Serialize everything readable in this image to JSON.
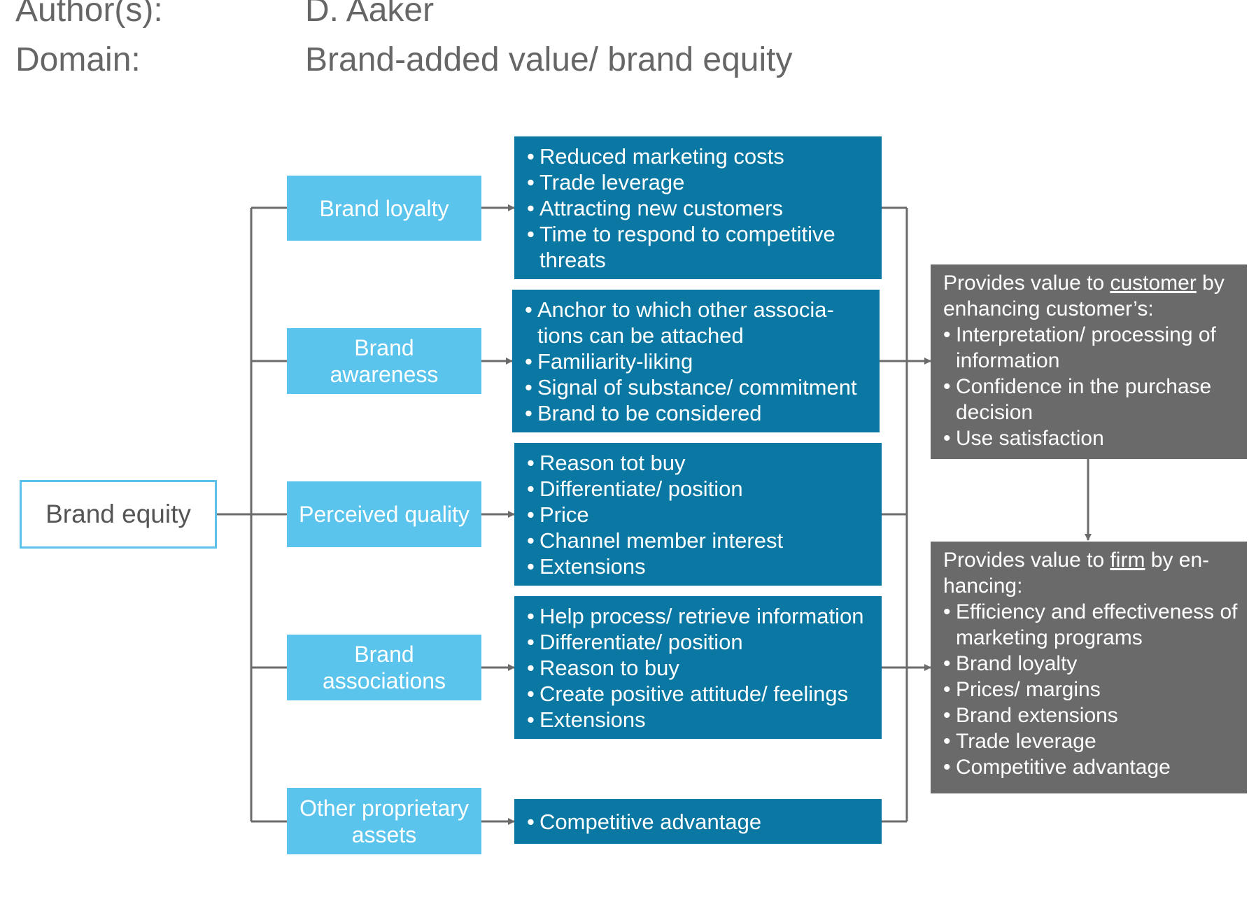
{
  "header": {
    "author_label": "Author(s):",
    "author_value": "D. Aaker",
    "domain_label": "Domain:",
    "domain_value": "Brand-added value/ brand equity"
  },
  "diagram": {
    "root": "Brand equity",
    "drivers": [
      {
        "label": "Brand loyalty",
        "benefits": [
          "Reduced marketing costs",
          "Trade leverage",
          "Attracting new customers",
          "Time to respond to competitive threats"
        ]
      },
      {
        "label": "Brand awareness",
        "benefits": [
          "Anchor to which other associa-tions can be attached",
          "Familiarity-liking",
          "Signal of substance/ commitment",
          "Brand to be considered"
        ]
      },
      {
        "label": "Perceived quality",
        "benefits": [
          "Reason tot buy",
          "Differentiate/ position",
          "Price",
          "Channel member interest",
          "Extensions"
        ]
      },
      {
        "label": "Brand associations",
        "benefits": [
          "Help process/ retrieve information",
          "Differentiate/ position",
          "Reason to buy",
          "Create positive attitude/ feelings",
          "Extensions"
        ]
      },
      {
        "label": "Other proprietary assets",
        "benefits": [
          "Competitive advantage"
        ]
      }
    ],
    "customer_value": {
      "intro_before": "Provides value to ",
      "intro_underlined": "customer",
      "intro_after": " by enhancing customer’s:",
      "items": [
        "Interpretation/ processing of information",
        "Confidence in the purchase decision",
        "Use satisfaction"
      ]
    },
    "firm_value": {
      "intro_before": "Provides value to ",
      "intro_underlined": "firm",
      "intro_after": " by en-hancing:",
      "items": [
        "Efficiency and effectiveness of marketing programs",
        "Brand loyalty",
        "Prices/ margins",
        "Brand extensions",
        "Trade leverage",
        "Competitive advantage"
      ]
    },
    "colors": {
      "driver_box": "#5bc4ec",
      "benefit_box": "#0a78a3",
      "value_box": "#6a6a6a",
      "connector": "#6b6b6b",
      "root_border": "#5bc0ea"
    }
  }
}
